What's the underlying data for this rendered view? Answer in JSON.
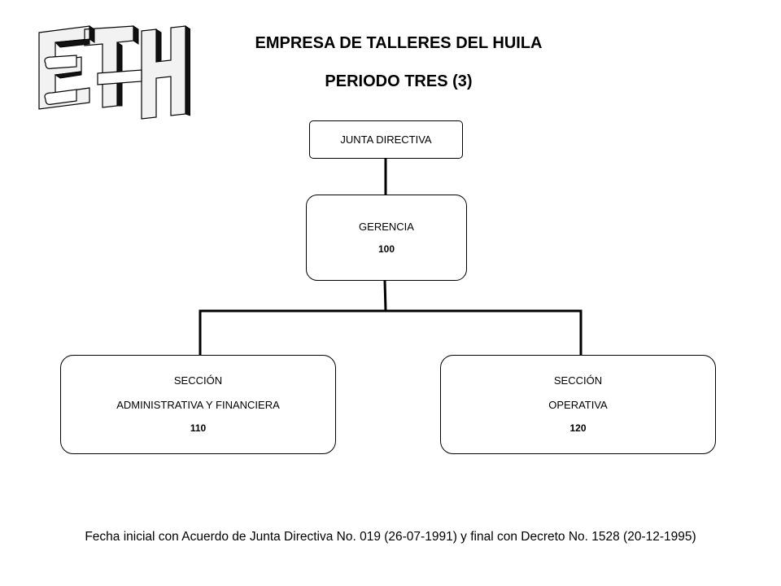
{
  "header": {
    "title": "EMPRESA DE TALLERES DEL HUILA",
    "subtitle": "PERIODO TRES (3)",
    "logo_text": "ETH"
  },
  "org_chart": {
    "nodes": [
      {
        "id": "junta",
        "label": "JUNTA DIRECTIVA"
      },
      {
        "id": "gerencia",
        "label": "GERENCIA",
        "code": "100"
      },
      {
        "id": "admin",
        "line1": "SECCIÓN",
        "line2": "ADMINISTRATIVA Y FINANCIERA",
        "code": "110"
      },
      {
        "id": "oper",
        "line1": "SECCIÓN",
        "line2": "OPERATIVA",
        "code": "120"
      }
    ],
    "edges": [
      {
        "from": "junta",
        "to": "gerencia"
      },
      {
        "from": "gerencia",
        "to": "admin"
      },
      {
        "from": "gerencia",
        "to": "oper"
      }
    ]
  },
  "footer": {
    "note": "Fecha inicial con Acuerdo de Junta Directiva No. 019 (26-07-1991) y final con Decreto No. 1528 (20-12-1995)"
  }
}
